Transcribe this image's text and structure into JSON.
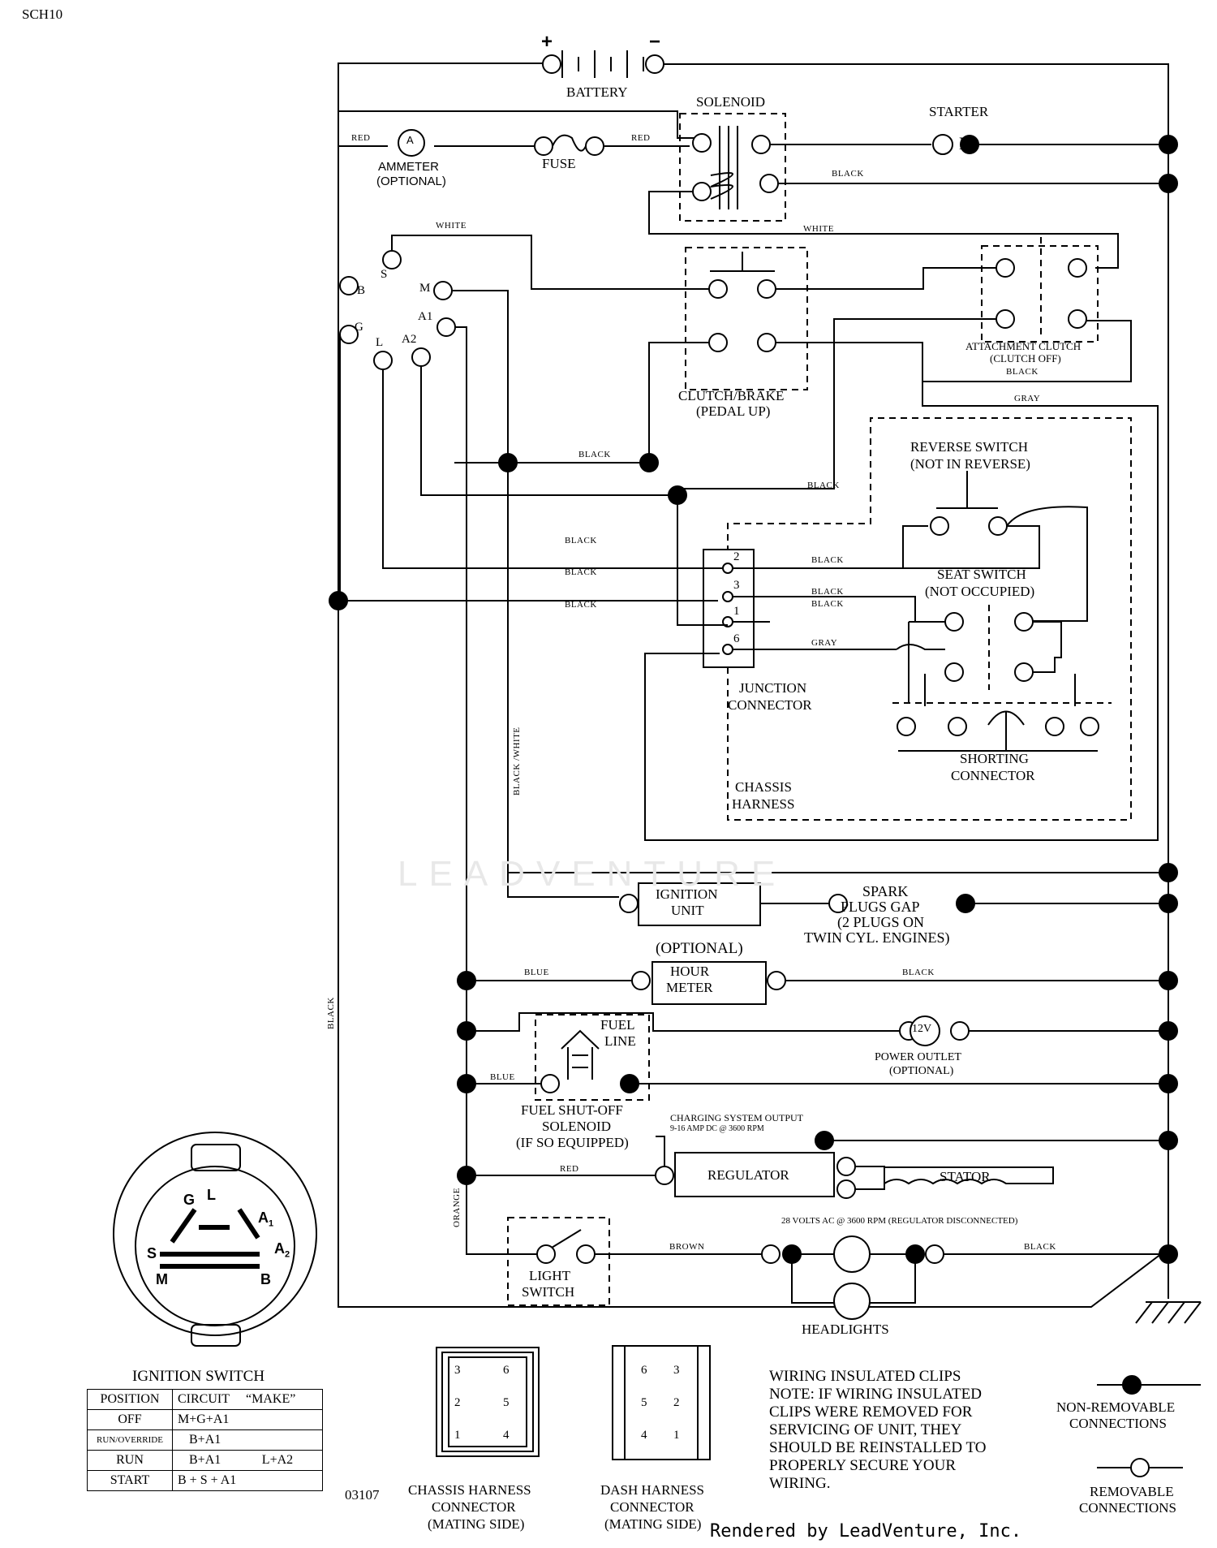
{
  "doc_code": "SCH10",
  "battery": {
    "label": "BATTERY",
    "plus": "+",
    "minus": "−"
  },
  "solenoid": "SOLENOID",
  "starter": {
    "label": "STARTER",
    "symbol": "M"
  },
  "ammeter": {
    "symbol": "A",
    "line1": "AMMETER",
    "line2": "(OPTIONAL)"
  },
  "fuse": "FUSE",
  "ignition_terminals": {
    "B": "B",
    "S": "S",
    "M": "M",
    "A1": "A1",
    "G": "G",
    "L": "L",
    "A2": "A2"
  },
  "clutch_brake": {
    "line1": "CLUTCH/BRAKE",
    "line2": "(PEDAL UP)"
  },
  "attachment_clutch": {
    "line1": "ATTACHMENT CLUTCH",
    "line2": "(CLUTCH OFF)"
  },
  "reverse_switch": {
    "line1": "REVERSE SWITCH",
    "line2": "(NOT IN REVERSE)"
  },
  "seat_switch": {
    "line1": "SEAT SWITCH",
    "line2": "(NOT OCCUPIED)"
  },
  "junction_connector": {
    "line1": "JUNCTION",
    "line2": "CONNECTOR",
    "pins": [
      "2",
      "3",
      "1",
      "6"
    ]
  },
  "shorting_connector": {
    "line1": "SHORTING",
    "line2": "CONNECTOR"
  },
  "chassis_harness": {
    "line1": "CHASSIS",
    "line2": "HARNESS"
  },
  "ignition_unit": {
    "line1": "IGNITION",
    "line2": "UNIT"
  },
  "spark_plugs": {
    "line1": "SPARK",
    "line2": "PLUGS GAP",
    "line3": "(2 PLUGS ON",
    "line4": "TWIN CYL. ENGINES)"
  },
  "hour_meter": {
    "optional": "(OPTIONAL)",
    "line1": "HOUR",
    "line2": "METER"
  },
  "fuel_line": {
    "line1": "FUEL",
    "line2": "LINE"
  },
  "power_outlet": {
    "symbol": "12V",
    "line1": "POWER OUTLET",
    "line2": "(OPTIONAL)"
  },
  "fuel_solenoid": {
    "line1": "FUEL SHUT-OFF",
    "line2": "SOLENOID",
    "line3": "(IF SO EQUIPPED)"
  },
  "charging_note": {
    "line1": "CHARGING SYSTEM OUTPUT",
    "line2": "9-16 AMP DC @ 3600 RPM"
  },
  "regulator": "REGULATOR",
  "stator": "STATOR",
  "volts_note": "28 VOLTS AC @ 3600 RPM (REGULATOR DISCONNECTED)",
  "light_switch": {
    "line1": "LIGHT",
    "line2": "SWITCH"
  },
  "headlights": "HEADLIGHTS",
  "wire_colors": {
    "red": "RED",
    "black": "BLACK",
    "white": "WHITE",
    "gray": "GRAY",
    "blue": "BLUE",
    "brown": "BROWN",
    "orange": "ORANGE",
    "black_white": "BLACK /WHITE"
  },
  "ignition_switch": {
    "title": "IGNITION SWITCH",
    "face_labels": {
      "G": "G",
      "L": "L",
      "A1": "A",
      "A1_sub": "1",
      "S": "S",
      "A2": "A",
      "A2_sub": "2",
      "M": "M",
      "B": "B"
    },
    "headers": [
      "POSITION",
      "CIRCUIT",
      "“MAKE”"
    ],
    "rows": [
      {
        "position": "OFF",
        "circuit": "M+G+A1",
        "extra": ""
      },
      {
        "position": "RUN/OVERRIDE",
        "circuit": "B+A1",
        "extra": ""
      },
      {
        "position": "RUN",
        "circuit": "B+A1",
        "extra": "L+A2"
      },
      {
        "position": "START",
        "circuit": "B + S + A1",
        "extra": ""
      }
    ]
  },
  "part_number": "03107",
  "chassis_connector": {
    "line1": "CHASSIS HARNESS",
    "line2": "CONNECTOR",
    "line3": "(MATING SIDE)",
    "pins": [
      "3",
      "6",
      "2",
      "5",
      "1",
      "4"
    ]
  },
  "dash_connector": {
    "line1": "DASH HARNESS",
    "line2": "CONNECTOR",
    "line3": "(MATING SIDE)",
    "pins": [
      "6",
      "3",
      "5",
      "2",
      "4",
      "1"
    ]
  },
  "note": {
    "title": "WIRING INSULATED CLIPS",
    "lines": [
      "NOTE:  IF WIRING INSULATED",
      "CLIPS WERE REMOVED FOR",
      "SERVICING OF UNIT, THEY",
      "SHOULD BE REINSTALLED TO",
      "PROPERLY SECURE YOUR",
      " WIRING."
    ]
  },
  "legend": {
    "non_removable_1": "NON-REMOVABLE",
    "non_removable_2": "CONNECTIONS",
    "removable_1": "REMOVABLE",
    "removable_2": "CONNECTIONS"
  },
  "watermark": "LEADVENTURE",
  "footer": "Rendered by LeadVenture, Inc."
}
